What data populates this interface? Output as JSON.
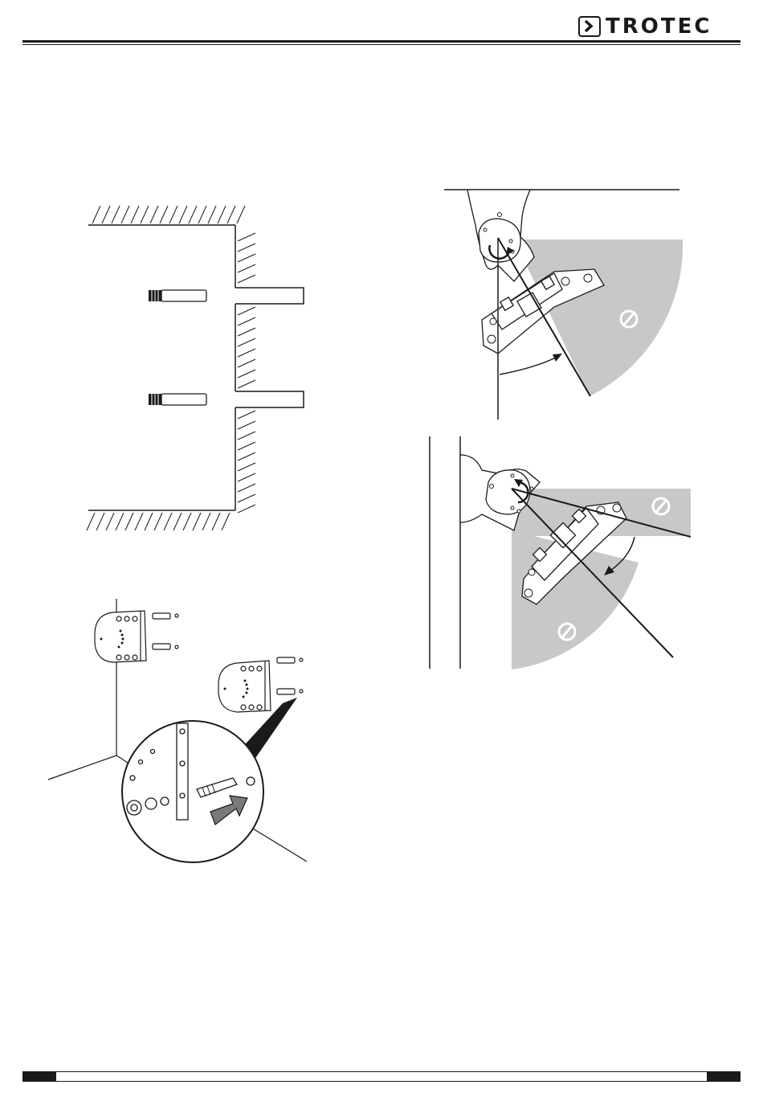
{
  "header": {
    "brand_name": "TROTEC",
    "brand_color": "#1a1a1a",
    "logo_icon": "chevron-right-icon"
  },
  "figures": [
    {
      "name": "wall-plug-section-figure"
    },
    {
      "name": "ceiling-mount-angle-figure",
      "prohibited_icon": "prohibited-icon"
    },
    {
      "name": "wall-mount-angle-figure",
      "prohibited_icon": "prohibited-icon"
    },
    {
      "name": "bracket-mounting-figure",
      "arrow_icon": "push-arrow-icon"
    }
  ],
  "colors": {
    "line": "#1a1a1a",
    "prohibited_zone": "#c8c8c8",
    "arrow_fill": "#7a7a7a"
  }
}
